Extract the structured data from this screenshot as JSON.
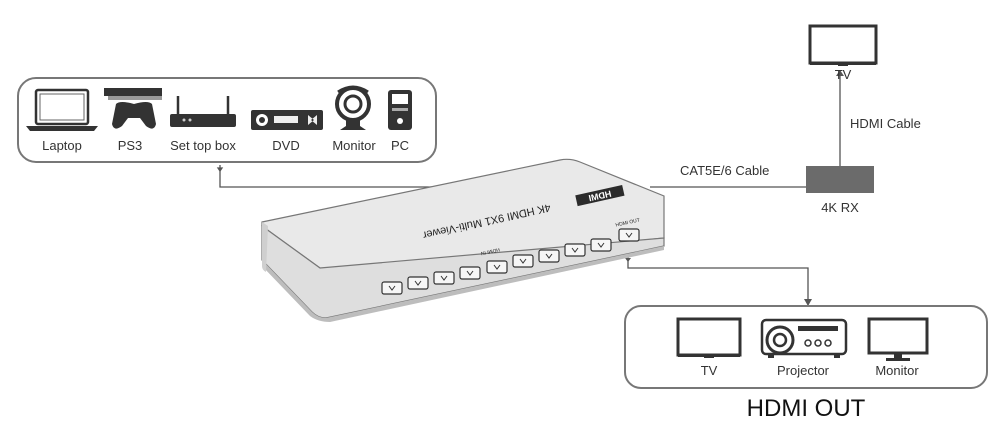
{
  "inputs": {
    "laptop": "Laptop",
    "ps3": "PS3",
    "set_top_box": "Set top box",
    "dvd": "DVD",
    "monitor": "Monitor",
    "pc": "PC"
  },
  "device": {
    "title": "4K HDMI 9X1 Multi-Viewer",
    "hdmi_in_label": "HDMI IN",
    "hdmi_out_label": "HDMI OUT",
    "logo": "HDMI"
  },
  "links": {
    "cat_cable": "CAT5E/6 Cable",
    "hdmi_cable": "HDMI Cable"
  },
  "receiver": {
    "label": "4K RX",
    "tv_label": "TV"
  },
  "outputs": {
    "tv": "TV",
    "projector": "Projector",
    "monitor": "Monitor",
    "group_title": "HDMI OUT"
  },
  "colors": {
    "line": "#555555",
    "box": "#777777",
    "device_body": "#e6e6e6",
    "device_dark": "#3a3a3a",
    "rx_fill": "#6b6b6b"
  }
}
